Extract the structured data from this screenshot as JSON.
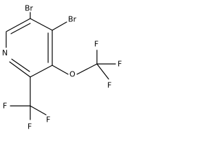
{
  "molecule": {
    "atoms": {
      "br_top": "Br",
      "br_right": "Br",
      "nitrogen": "N",
      "oxygen": "O",
      "f_top": "F",
      "f_right": "F",
      "f_bottom": "F",
      "f_left": "F",
      "f_lower_center": "F",
      "f_lower_right": "F"
    }
  }
}
